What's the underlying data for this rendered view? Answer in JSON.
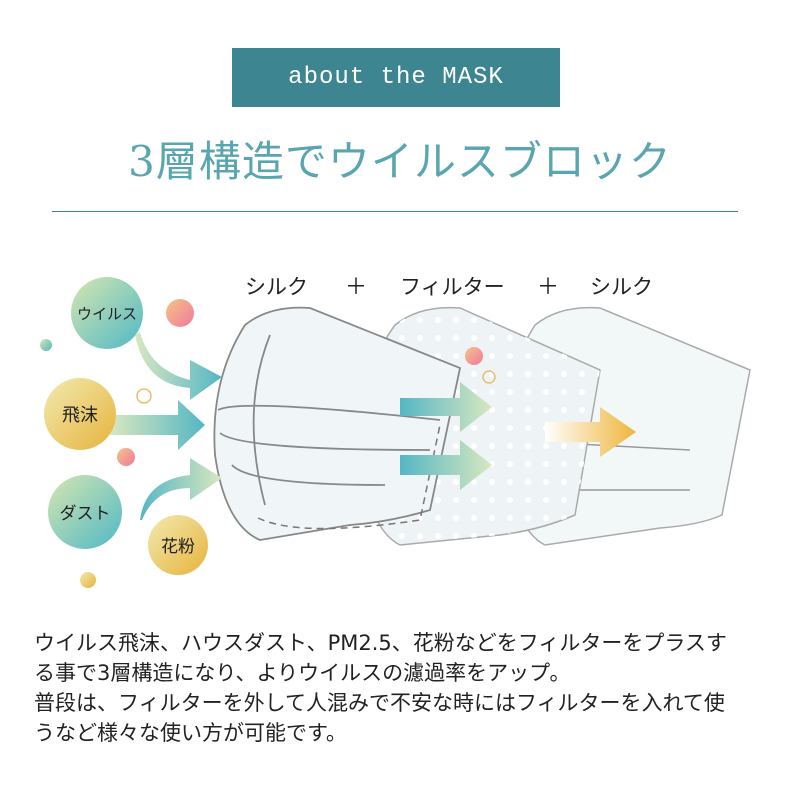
{
  "header": {
    "banner": "about the MASK",
    "title": "3層構造でウイルスブロック"
  },
  "diagram": {
    "layers": [
      "シルク",
      "＋",
      "フィルター",
      "＋",
      "シルク"
    ],
    "particles": [
      "ウイルス",
      "飛沫",
      "ダスト",
      "花粉"
    ]
  },
  "description": {
    "lines": [
      "ウイルス飛沫、ハウスダスト、PM2.5、花粉などをフィルターをプラスす",
      "る事で3層構造になり、よりウイルスの濾過率をアップ。",
      "普段は、フィルターを外して人混みで不安な時にはフィルターを入れて使",
      "うなど様々な使い方が可能です。"
    ]
  },
  "colors": {
    "banner": "#3d8590",
    "title": "#5aa6b0",
    "teal": "#5fbcc4",
    "gold": "#eac15a",
    "arrow_gold": "#efb53a"
  }
}
